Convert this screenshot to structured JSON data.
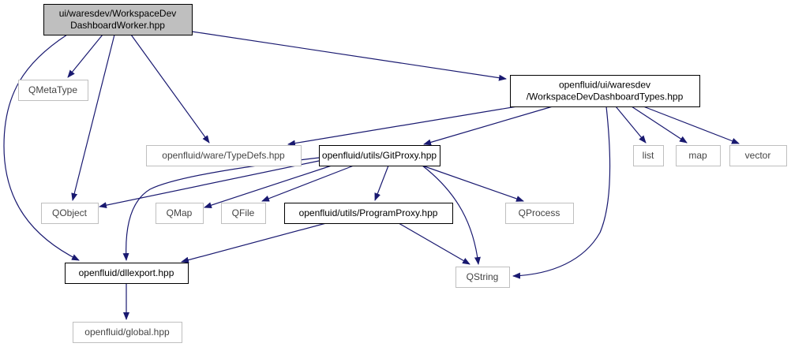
{
  "diagram": {
    "type": "include-dependency-graph",
    "colors": {
      "edge": "#191970",
      "root_fill": "#bfbfbf",
      "documented_border": "#000000",
      "external_border": "#bfbfbf",
      "external_text": "#444444",
      "text": "#000000"
    },
    "nodes": [
      {
        "id": "root",
        "kind": "root",
        "lines": [
          "ui/waresdev/WorkspaceDev",
          "DashboardWorker.hpp"
        ]
      },
      {
        "id": "qmetatype",
        "kind": "external",
        "lines": [
          "QMetaType"
        ]
      },
      {
        "id": "dashtypes",
        "kind": "documented",
        "lines": [
          "openfluid/ui/waresdev",
          "/WorkspaceDevDashboardTypes.hpp"
        ]
      },
      {
        "id": "typedefs",
        "kind": "external",
        "lines": [
          "openfluid/ware/TypeDefs.hpp"
        ]
      },
      {
        "id": "gitproxy",
        "kind": "documented",
        "lines": [
          "openfluid/utils/GitProxy.hpp"
        ]
      },
      {
        "id": "list",
        "kind": "external",
        "lines": [
          "list"
        ]
      },
      {
        "id": "map",
        "kind": "external",
        "lines": [
          "map"
        ]
      },
      {
        "id": "vector",
        "kind": "external",
        "lines": [
          "vector"
        ]
      },
      {
        "id": "qobject",
        "kind": "external",
        "lines": [
          "QObject"
        ]
      },
      {
        "id": "qmap",
        "kind": "external",
        "lines": [
          "QMap"
        ]
      },
      {
        "id": "qfile",
        "kind": "external",
        "lines": [
          "QFile"
        ]
      },
      {
        "id": "programproxy",
        "kind": "documented",
        "lines": [
          "openfluid/utils/ProgramProxy.hpp"
        ]
      },
      {
        "id": "qprocess",
        "kind": "external",
        "lines": [
          "QProcess"
        ]
      },
      {
        "id": "dllexport",
        "kind": "documented",
        "lines": [
          "openfluid/dllexport.hpp"
        ]
      },
      {
        "id": "qstring",
        "kind": "external",
        "lines": [
          "QString"
        ]
      },
      {
        "id": "global",
        "kind": "external",
        "lines": [
          "openfluid/global.hpp"
        ]
      }
    ],
    "edges": [
      {
        "from": "root",
        "to": "qmetatype"
      },
      {
        "from": "root",
        "to": "typedefs"
      },
      {
        "from": "root",
        "to": "qobject"
      },
      {
        "from": "root",
        "to": "dllexport"
      },
      {
        "from": "root",
        "to": "dashtypes"
      },
      {
        "from": "dashtypes",
        "to": "typedefs"
      },
      {
        "from": "dashtypes",
        "to": "gitproxy"
      },
      {
        "from": "dashtypes",
        "to": "list"
      },
      {
        "from": "dashtypes",
        "to": "map"
      },
      {
        "from": "dashtypes",
        "to": "vector"
      },
      {
        "from": "dashtypes",
        "to": "qstring"
      },
      {
        "from": "gitproxy",
        "to": "qobject"
      },
      {
        "from": "gitproxy",
        "to": "qmap"
      },
      {
        "from": "gitproxy",
        "to": "qfile"
      },
      {
        "from": "gitproxy",
        "to": "programproxy"
      },
      {
        "from": "gitproxy",
        "to": "qprocess"
      },
      {
        "from": "gitproxy",
        "to": "dllexport"
      },
      {
        "from": "gitproxy",
        "to": "qstring"
      },
      {
        "from": "programproxy",
        "to": "dllexport"
      },
      {
        "from": "programproxy",
        "to": "qstring"
      },
      {
        "from": "dllexport",
        "to": "global"
      }
    ]
  }
}
